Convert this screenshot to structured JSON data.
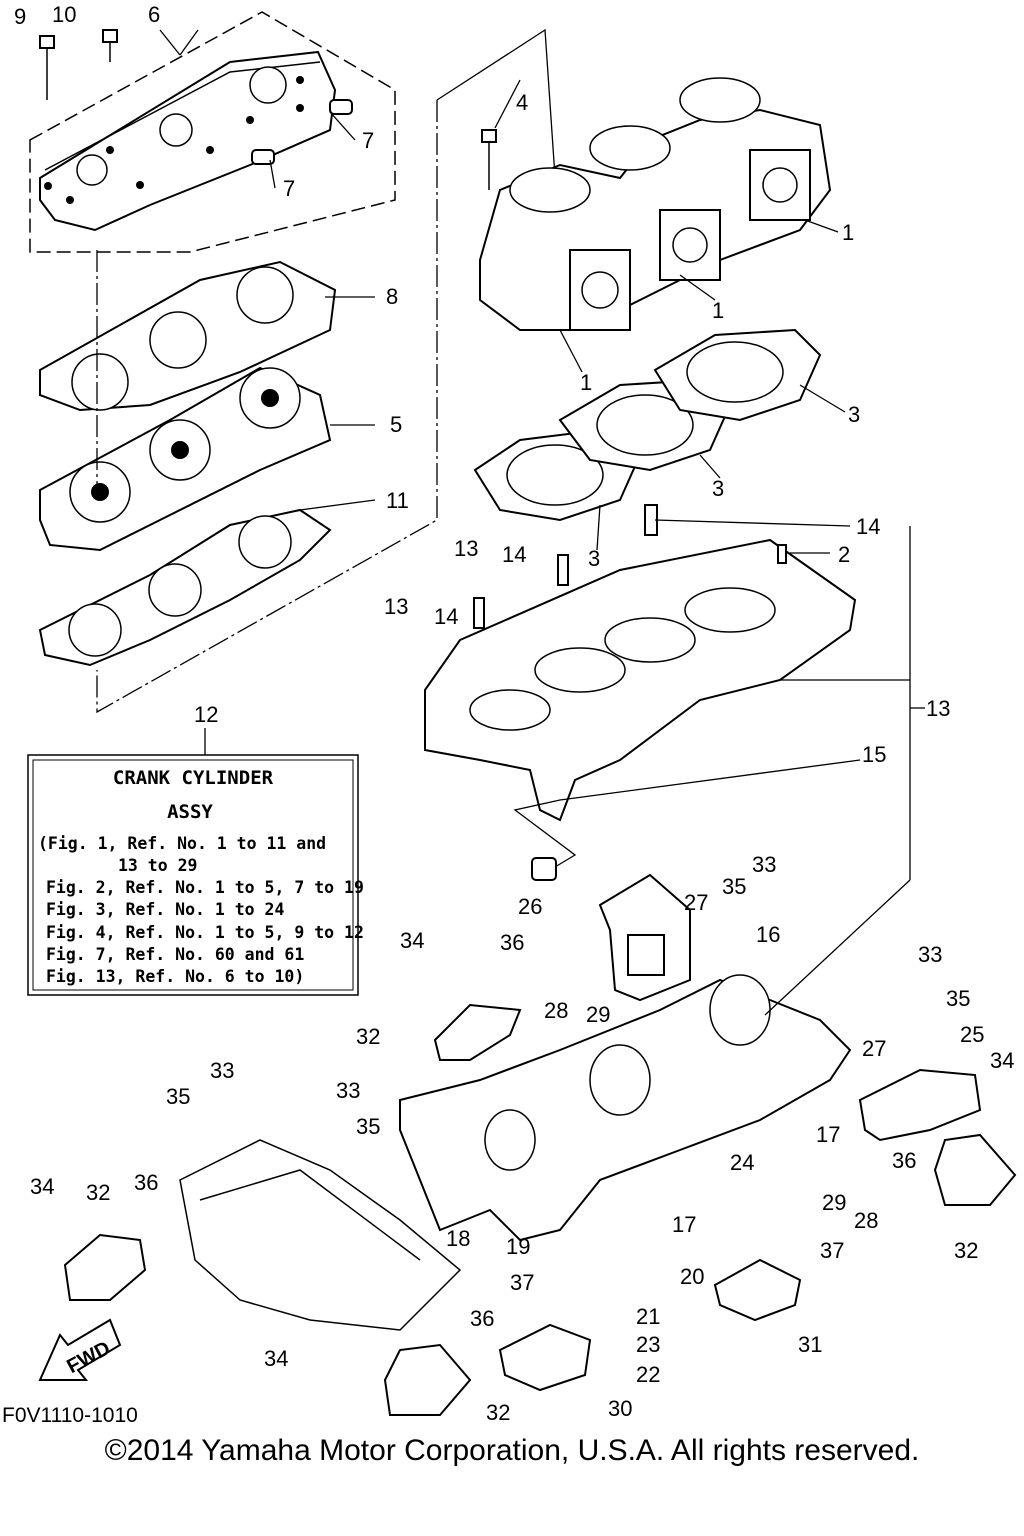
{
  "labels": {
    "p1a": "1",
    "p1b": "1",
    "p1c": "1",
    "p2": "2",
    "p3a": "3",
    "p3b": "3",
    "p3c": "3",
    "p4": "4",
    "p5": "5",
    "p6": "6",
    "p7a": "7",
    "p7b": "7",
    "p8": "8",
    "p9": "9",
    "p10": "10",
    "p11": "11",
    "p12": "12",
    "p13a": "13",
    "p13b": "13",
    "p13c": "13",
    "p14a": "14",
    "p14b": "14",
    "p14c": "14",
    "p15": "15",
    "p16": "16",
    "p17a": "17",
    "p17b": "17",
    "p18": "18",
    "p19": "19",
    "p20": "20",
    "p21": "21",
    "p22": "22",
    "p23": "23",
    "p24": "24",
    "p25": "25",
    "p26": "26",
    "p27a": "27",
    "p27b": "27",
    "p28a": "28",
    "p28b": "28",
    "p29a": "29",
    "p29b": "29",
    "p30": "30",
    "p31": "31",
    "p32a": "32",
    "p32b": "32",
    "p32c": "32",
    "p32d": "32",
    "p33a": "33",
    "p33b": "33",
    "p33c": "33",
    "p33d": "33",
    "p34a": "34",
    "p34b": "34",
    "p34c": "34",
    "p34d": "34",
    "p35a": "35",
    "p35b": "35",
    "p35c": "35",
    "p35d": "35",
    "p36a": "36",
    "p36b": "36",
    "p36c": "36",
    "p36d": "36",
    "p37a": "37",
    "p37b": "37"
  },
  "assy_box": {
    "title1": "CRANK CYLINDER",
    "title2": "ASSY",
    "lines": [
      "(Fig. 1, Ref. No. 1 to 11 and",
      "13 to 29",
      "Fig. 2, Ref. No. 1 to 5, 7 to 19",
      "Fig. 3, Ref. No. 1 to 24",
      "Fig. 4, Ref. No. 1 to 5, 9 to 12",
      "Fig. 7, Ref. No. 60 and 61",
      "Fig. 13, Ref. No. 6 to 10)"
    ]
  },
  "fwd_label": "FWD",
  "diagram_code": "F0V1110-1010",
  "copyright": "©2014 Yamaha Motor Corporation, U.S.A. All rights reserved."
}
